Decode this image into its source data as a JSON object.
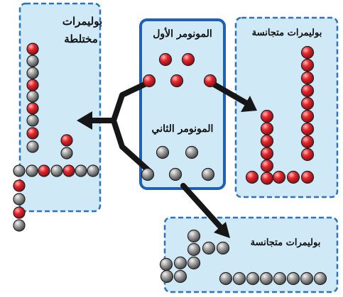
{
  "colors": {
    "panel_fill": "#cfe9f7",
    "panel_border": "#2a73c2",
    "center_border": "#1f5fb4",
    "red_bead": "#e3262d",
    "gray_bead": "#8c8c8c",
    "bead_outline": "#222222",
    "arrow": "#161616"
  },
  "panels": {
    "mixed": {
      "line1": "بوليمرات",
      "line2": "مختلطة"
    },
    "homo_top": {
      "label": "بوليمرات متجانسة"
    },
    "homo_bottom": {
      "label": "بوليمرات متجانسة"
    },
    "monomers": {
      "first": "المونومر الأول",
      "second": "المونومر الثاني"
    }
  },
  "icons": {
    "red_bead": "red-monomer-bead",
    "gray_bead": "gray-monomer-bead",
    "arrow": "reaction-arrow"
  }
}
